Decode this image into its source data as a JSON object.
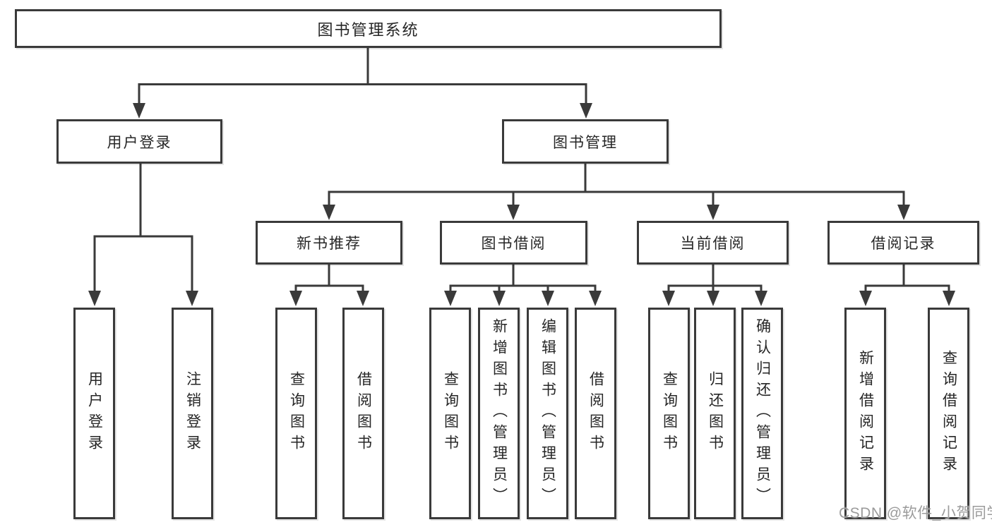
{
  "tree": {
    "label": "图书管理系统",
    "children": [
      {
        "label": "用户登录",
        "children": [
          {
            "label": "用户登录"
          },
          {
            "label": "注销登录"
          }
        ]
      },
      {
        "label": "图书管理",
        "children": [
          {
            "label": "新书推荐",
            "children": [
              {
                "label": "查询图书"
              },
              {
                "label": "借阅图书"
              }
            ]
          },
          {
            "label": "图书借阅",
            "children": [
              {
                "label": "查询图书"
              },
              {
                "label": "新增图书（管理员）"
              },
              {
                "label": "编辑图书（管理员）"
              },
              {
                "label": "借阅图书"
              }
            ]
          },
          {
            "label": "当前借阅",
            "children": [
              {
                "label": "查询图书"
              },
              {
                "label": "归还图书"
              },
              {
                "label": "确认归还（管理员）"
              }
            ]
          },
          {
            "label": "借阅记录",
            "children": [
              {
                "label": "新增借阅记录"
              },
              {
                "label": "查询借阅记录"
              }
            ]
          }
        ]
      }
    ]
  },
  "watermark": {
    "text": "CSDN @软件_小贺同学"
  },
  "colors": {
    "line": "#3a3a3a",
    "text": "#262626",
    "box_background": "#ffffff",
    "page_background": "#ffffff",
    "watermark": "#9b9b9b"
  }
}
